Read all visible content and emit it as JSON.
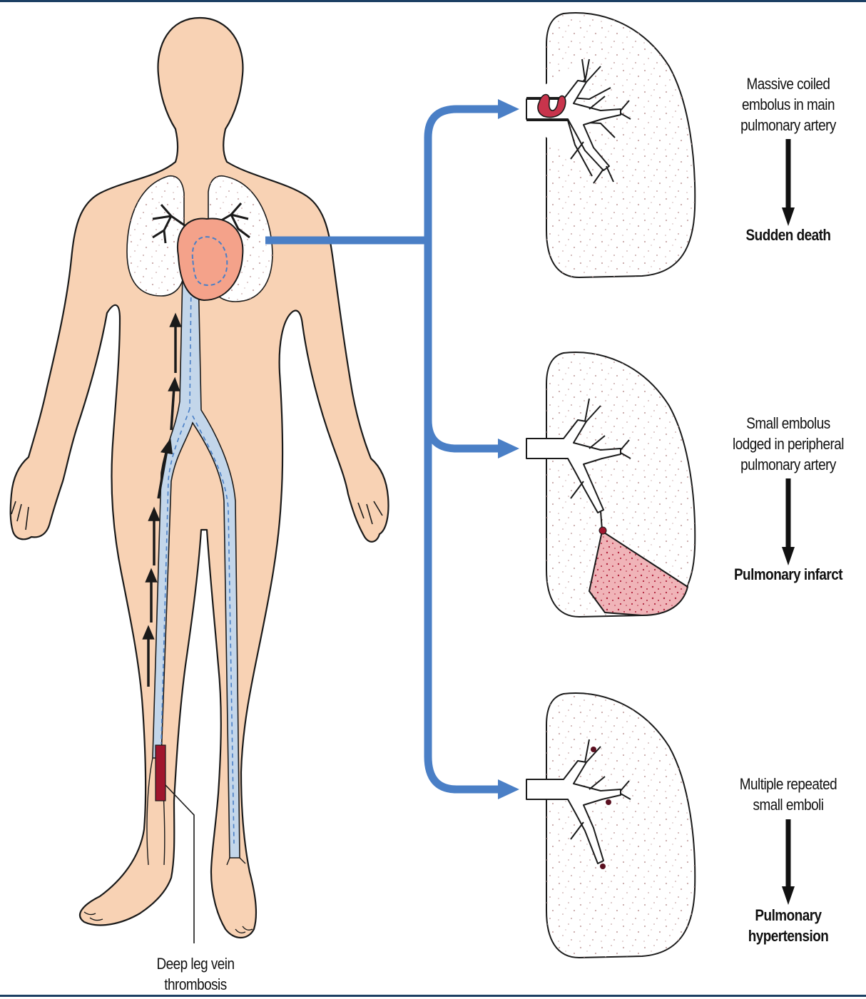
{
  "colors": {
    "skin": "#f8d2b4",
    "outline": "#1a1a1a",
    "vein": "#c3d6ea",
    "flow_arrow": "#4a7fc6",
    "lung_speckle": "#c8a8a8",
    "clot": "#b0223c",
    "infarct": "#f0b4b8",
    "frame": "#1c3f63"
  },
  "labels": {
    "dvt": [
      "Deep leg vein",
      "thrombosis"
    ],
    "massive": {
      "cause": [
        "Massive coiled",
        "embolus in main",
        "pulmonary artery"
      ],
      "outcome": "Sudden death"
    },
    "small": {
      "cause": [
        "Small embolus",
        "lodged in peripheral",
        "pulmonary artery"
      ],
      "outcome": "Pulmonary infarct"
    },
    "multiple": {
      "cause": [
        "Multiple repeated",
        "small emboli"
      ],
      "outcome": [
        "Pulmonary",
        "hypertension"
      ]
    }
  }
}
